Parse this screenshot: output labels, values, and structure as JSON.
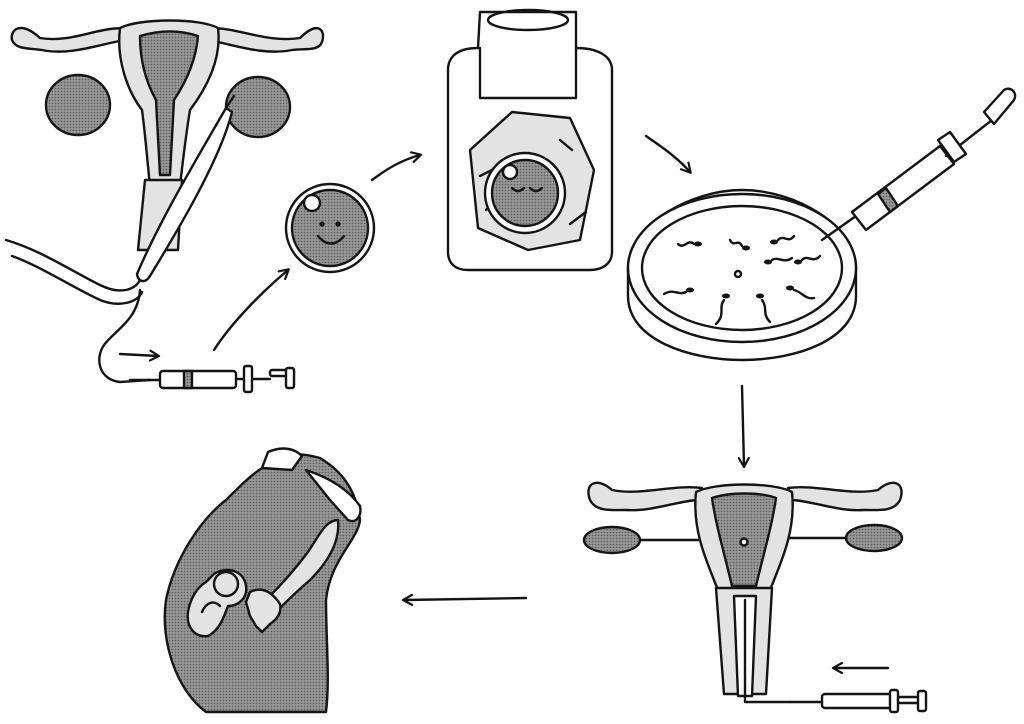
{
  "diagram": {
    "steps": [
      {
        "icon": "egg-retrieval-icon"
      },
      {
        "icon": "egg-cell-icon"
      },
      {
        "icon": "egg-in-container-icon"
      },
      {
        "icon": "fertilization-dish-icon"
      },
      {
        "icon": "embryo-transfer-icon"
      },
      {
        "icon": "pregnancy-icon"
      }
    ],
    "flow": [
      "1-2",
      "2-3",
      "3-4",
      "4-5",
      "5-6"
    ],
    "colors": {
      "ink": "#141414",
      "fill_dark": "#8c8c8c",
      "fill_light": "#e3e3e3",
      "paper": "#ffffff"
    }
  }
}
